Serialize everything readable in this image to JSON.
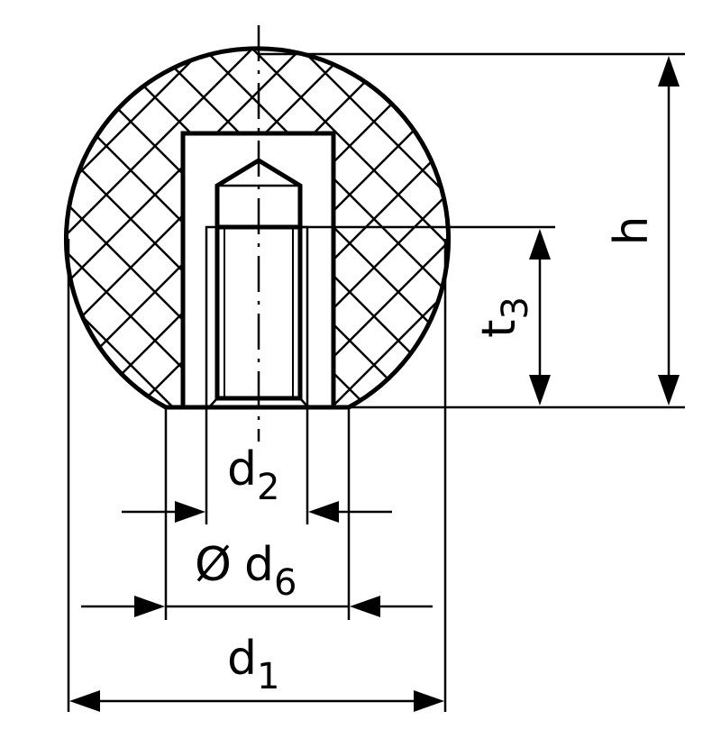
{
  "labels": {
    "h": "h",
    "t3_base": "t",
    "t3_sub": "3",
    "d2_base": "d",
    "d2_sub": "2",
    "d6_symbol": "Ø",
    "d6_base": "d",
    "d6_sub": "6",
    "d1_base": "d",
    "d1_sub": "1"
  },
  "colors": {
    "line": "#000000",
    "background": "#ffffff"
  }
}
